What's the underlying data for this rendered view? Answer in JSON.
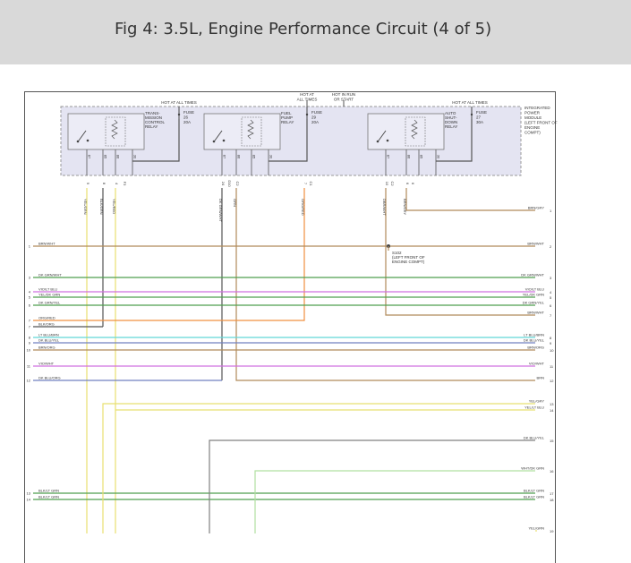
{
  "header": {
    "title": "Fig 4: 3.5L, Engine Performance Circuit (4 of 5)"
  },
  "module": {
    "label": [
      "INTEGRATED",
      "POWER",
      "MODULE",
      "(LEFT FRONT OF",
      "ENGINE",
      "COMPT)"
    ]
  },
  "power_labels": {
    "hot_left": "HOT AT ALL TIMES",
    "hot_mid": [
      "HOT AT",
      "ALL TIMES"
    ],
    "run_mid": [
      "HOT IN RUN",
      "OR START"
    ],
    "hot_right": "HOT AT ALL TIMES"
  },
  "relays": [
    {
      "name": [
        "TRANS-",
        "MISSION",
        "CONTROL",
        "RELAY"
      ],
      "fuse": [
        "FUSE",
        "26",
        "20A"
      ],
      "pins": [
        "87",
        "85",
        "86",
        "30"
      ]
    },
    {
      "name": [
        "FUEL",
        "PUMP",
        "RELAY"
      ],
      "fuse": [
        "FUSE",
        "29",
        "20A"
      ],
      "pins": [
        "87",
        "86",
        "85",
        "30"
      ]
    },
    {
      "name": [
        "AUTO",
        "SHUT-",
        "DOWN",
        "RELAY"
      ],
      "fuse": [
        "FUSE",
        "27",
        "30A"
      ],
      "pins": [
        "87",
        "86",
        "85",
        "30"
      ]
    }
  ],
  "connector_pins": {
    "tcr": [
      "9",
      "8",
      "4",
      "F3"
    ],
    "fpr": [
      "24",
      "D10",
      "C2"
    ],
    "fpr_b": [
      "7",
      "C1"
    ],
    "asd": [
      "10",
      "C2"
    ],
    "asd_b": [
      "6",
      "6"
    ]
  },
  "vertical_wire_colors": [
    "YEL/GRN",
    "BLK/GRN",
    "YEL/RED",
    "DK GRN/WHT",
    "GRN",
    "ORG/RED",
    "DBR/WHT",
    "BRN/GRY"
  ],
  "splice": [
    "S102",
    "(LEFT FRONT OF",
    "ENGINE COMPT)"
  ],
  "left_wires": [
    {
      "num": "1",
      "color": "BRN/WHT"
    },
    {
      "num": "3",
      "color": "DK GRN/WHT"
    },
    {
      "num": "4",
      "color": "VIO/LT BLU"
    },
    {
      "num": "5",
      "color": "YEL/DK GRN"
    },
    {
      "num": "6",
      "color": "DK GRN/YEL"
    },
    {
      "num": "7",
      "color": "ORG/RED"
    },
    {
      "num": "7",
      "color": "BLK/ORG"
    },
    {
      "num": "8",
      "color": "LT BLU/BRN"
    },
    {
      "num": "9",
      "color": "DK BLU/YEL"
    },
    {
      "num": "10",
      "color": "BRN/ORG"
    },
    {
      "num": "11",
      "color": "VIO/WHT"
    },
    {
      "num": "12",
      "color": "DK BLU/ORG"
    },
    {
      "num": "13",
      "color": "BLK/LT GRN"
    },
    {
      "num": "14",
      "color": "BLK/LT GRN"
    }
  ],
  "right_wires": [
    {
      "num": "1",
      "color": "BRN/GRY"
    },
    {
      "num": "2",
      "color": "BRN/WHT"
    },
    {
      "num": "3",
      "color": "DK GRN/WHT"
    },
    {
      "num": "4",
      "color": "VIO/LT BLU"
    },
    {
      "num": "5",
      "color": "YEL/DK GRN"
    },
    {
      "num": "6",
      "color": "DK GRN/YEL"
    },
    {
      "num": "7",
      "color": "BRN/WHT"
    },
    {
      "num": "8",
      "color": "LT BLU/BRN"
    },
    {
      "num": "9",
      "color": "DK BLU/YEL"
    },
    {
      "num": "10",
      "color": "BRN/ORG"
    },
    {
      "num": "11",
      "color": "VIO/WHT"
    },
    {
      "num": "12",
      "color": "BRN"
    },
    {
      "num": "13",
      "color": "YEL/GRY"
    },
    {
      "num": "14",
      "color": "YEL/LT BLU"
    },
    {
      "num": "15",
      "color": "DK BLU/YEL"
    },
    {
      "num": "16",
      "color": "WHT/DK GRN"
    },
    {
      "num": "17",
      "color": "BLK/LT GRN"
    },
    {
      "num": "18",
      "color": "BLK/LT GRN"
    },
    {
      "num": "19",
      "color": "YEL/GRN"
    }
  ],
  "wire_colors": {
    "brown": "#b08a5a",
    "dkgreen": "#4f9f4f",
    "violet": "#d070e0",
    "yellow": "#e8e070",
    "orange": "#f09040",
    "cyan": "#60d8d8",
    "blue": "#7080c0",
    "gray": "#808080",
    "ltgreen": "#b0e0a0",
    "black": "#555555"
  }
}
